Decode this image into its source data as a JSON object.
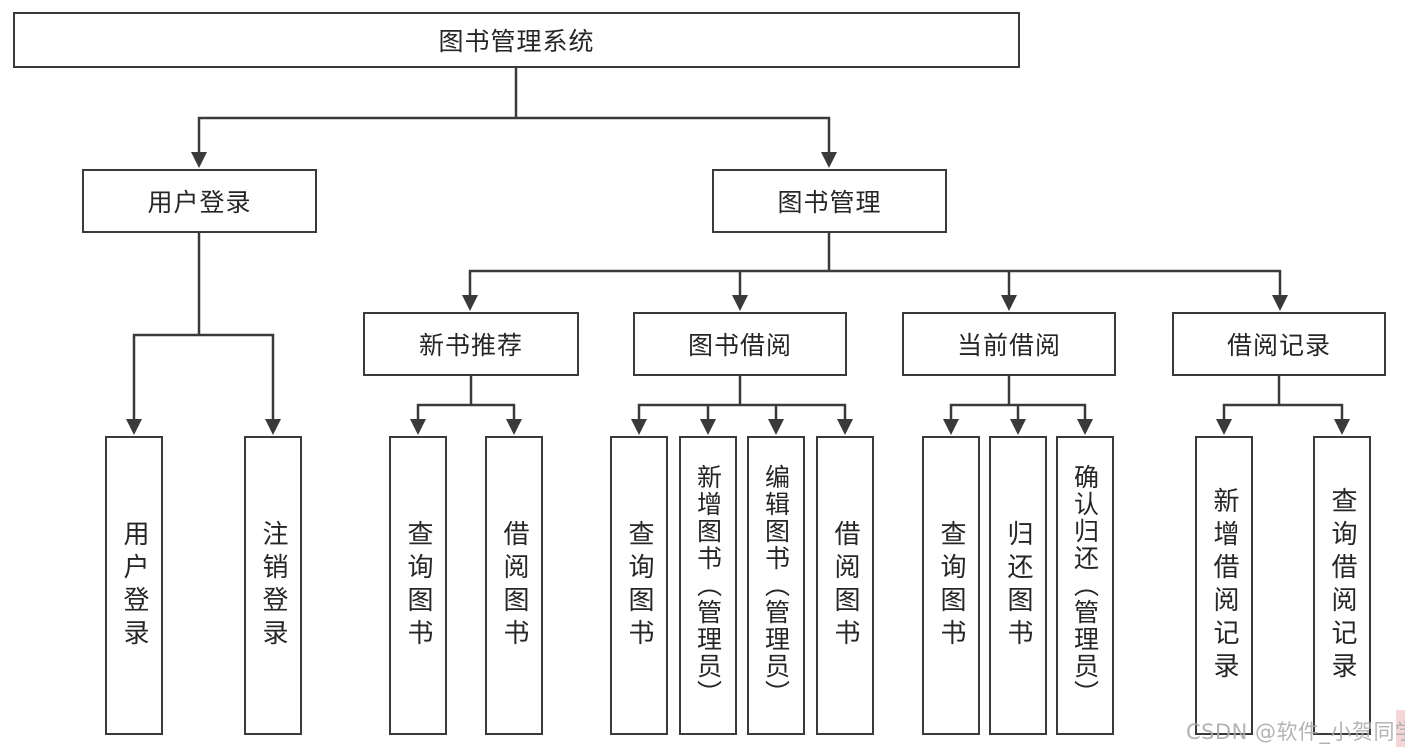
{
  "colors": {
    "background": "#ffffff",
    "line": "#3a3a3a",
    "box_border": "#3a3a3a",
    "text": "#262626",
    "watermark_text": "#a9acb0"
  },
  "tree": {
    "root": "图书管理系统",
    "branches": [
      {
        "label": "用户登录",
        "children": [
          "用户登录",
          "注销登录"
        ]
      },
      {
        "label": "图书管理",
        "sections": [
          {
            "label": "新书推荐",
            "children": [
              "查询图书",
              "借阅图书"
            ]
          },
          {
            "label": "图书借阅",
            "children": [
              "查询图书",
              "新增图书（管理员）",
              "编辑图书（管理员）",
              "借阅图书"
            ]
          },
          {
            "label": "当前借阅",
            "children": [
              "查询图书",
              "归还图书",
              "确认归还（管理员）"
            ]
          },
          {
            "label": "借阅记录",
            "children": [
              "新增借阅记录",
              "查询借阅记录"
            ]
          }
        ]
      }
    ]
  },
  "watermark": "CSDN @软件_小贺同学"
}
